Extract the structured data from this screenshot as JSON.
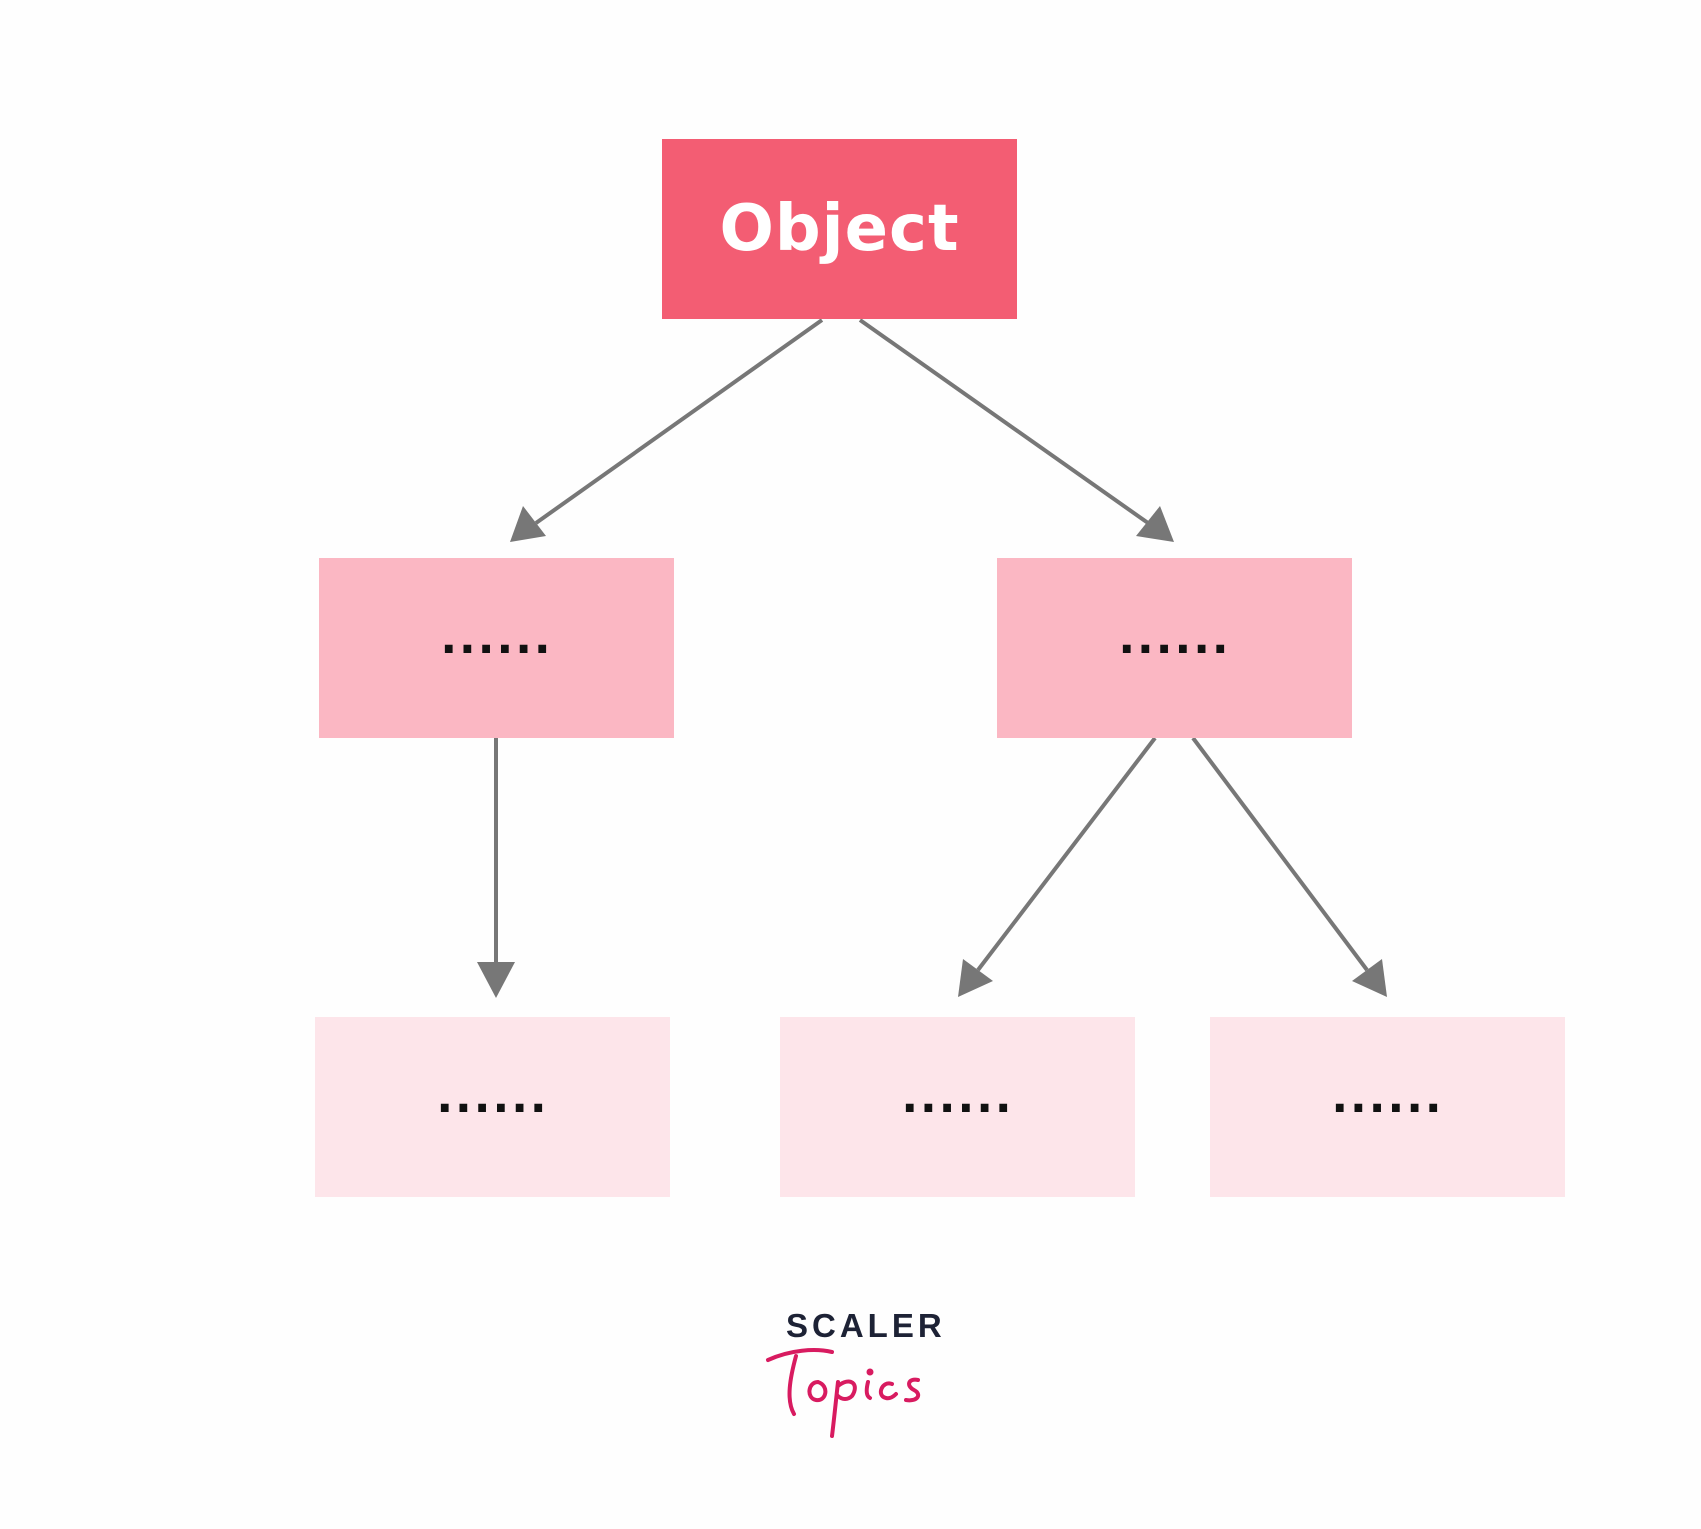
{
  "colors": {
    "background": "#fefefe",
    "edge": "#777777",
    "root_fill": "#f35d73",
    "level1_fill": "#fbb7c3",
    "level2_fill": "#fde5ea",
    "root_text": "#ffffff",
    "dots_text": "#111111",
    "logo_dark": "#1d2235",
    "logo_pink": "#d81b60"
  },
  "diagram": {
    "nodes": [
      {
        "id": "root",
        "label": "Object",
        "level": 0
      },
      {
        "id": "left-child",
        "label": "......",
        "level": 1
      },
      {
        "id": "right-child",
        "label": "......",
        "level": 1
      },
      {
        "id": "left-grandchild",
        "label": "......",
        "level": 2
      },
      {
        "id": "right-grandchild-a",
        "label": "......",
        "level": 2
      },
      {
        "id": "right-grandchild-b",
        "label": "......",
        "level": 2
      }
    ],
    "edges": [
      {
        "from": "root",
        "to": "left-child"
      },
      {
        "from": "root",
        "to": "right-child"
      },
      {
        "from": "left-child",
        "to": "left-grandchild"
      },
      {
        "from": "right-child",
        "to": "right-grandchild-a"
      },
      {
        "from": "right-child",
        "to": "right-grandchild-b"
      }
    ]
  },
  "logo": {
    "top_text": "SCALER",
    "script_text": "Topics"
  }
}
